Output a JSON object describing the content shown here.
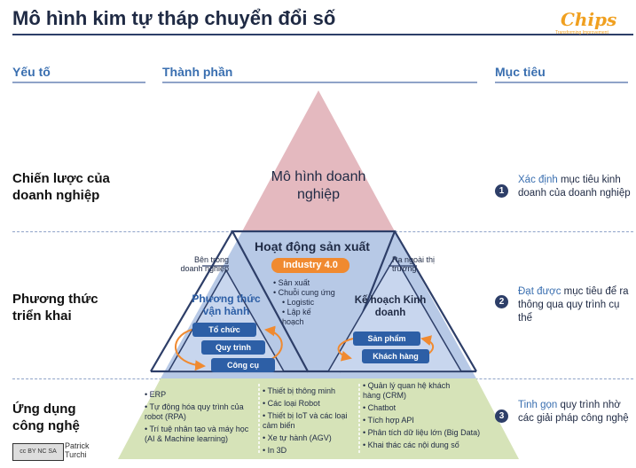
{
  "title": "Mô hình kim tự tháp chuyển đổi số",
  "logo": {
    "name": "Chips",
    "tagline": "Transforming Improvement"
  },
  "columns": {
    "factor": "Yếu tố",
    "component": "Thành phần",
    "goal": "Mục tiêu"
  },
  "rows": {
    "strategy": "Chiến lược của doanh nghiệp",
    "method": "Phương thức triển khai",
    "tech": "Ứng dụng công nghệ"
  },
  "pyramid": {
    "top": "Mô hình doanh nghiệp",
    "ops_title": "Hoạt động sản xuất",
    "industry": "Industry 4.0",
    "ops_items": [
      "Sản xuất",
      "Chuỗi cung ứng"
    ],
    "ops_sub_items": [
      "Logistic",
      "Lập kế hoạch"
    ],
    "inside_label": "Bên trong doanh nghiệp",
    "outside_label": "Ra ngoài thị trường",
    "left_title": "Phương thức vận hành",
    "left_buttons": [
      "Tổ chức",
      "Quy trình",
      "Công cụ"
    ],
    "right_title": "Kế hoạch Kinh doanh",
    "right_buttons": [
      "Sản phẩm",
      "Khách hàng"
    ]
  },
  "tech": {
    "col1": [
      "ERP",
      "Tự động hóa quy trình của robot (RPA)",
      "Trí tuệ nhân tạo và máy học (AI & Machine learning)"
    ],
    "col2": [
      "Thiết bị thông minh",
      "Các loại Robot",
      "Thiết bị IoT và các loại cảm biến",
      "Xe tự hành (AGV)",
      "In 3D"
    ],
    "col3": [
      "Quản lý quan hệ khách hàng (CRM)",
      "Chatbot",
      "Tích hợp API",
      "Phân tích dữ liệu lớn (Big Data)",
      "Khai thác các nội dung số"
    ]
  },
  "goals": [
    {
      "num": "1",
      "highlight": "Xác định",
      "rest": " mục tiêu kinh doanh của doanh nghiệp"
    },
    {
      "num": "2",
      "highlight": "Đạt được",
      "rest": " mục tiêu để ra thông qua quy trình cụ thể"
    },
    {
      "num": "3",
      "highlight": "Tinh gọn",
      "rest": " quy trình nhờ các giải pháp công nghệ"
    }
  ],
  "license": {
    "badge": "cc BY NC SA",
    "author": "Patrick Turchi"
  },
  "colors": {
    "top": "#e4b9bf",
    "middle": "#b7c9e6",
    "bottom": "#d6e3b8",
    "navy": "#2d3e68",
    "orange": "#f08a30"
  }
}
